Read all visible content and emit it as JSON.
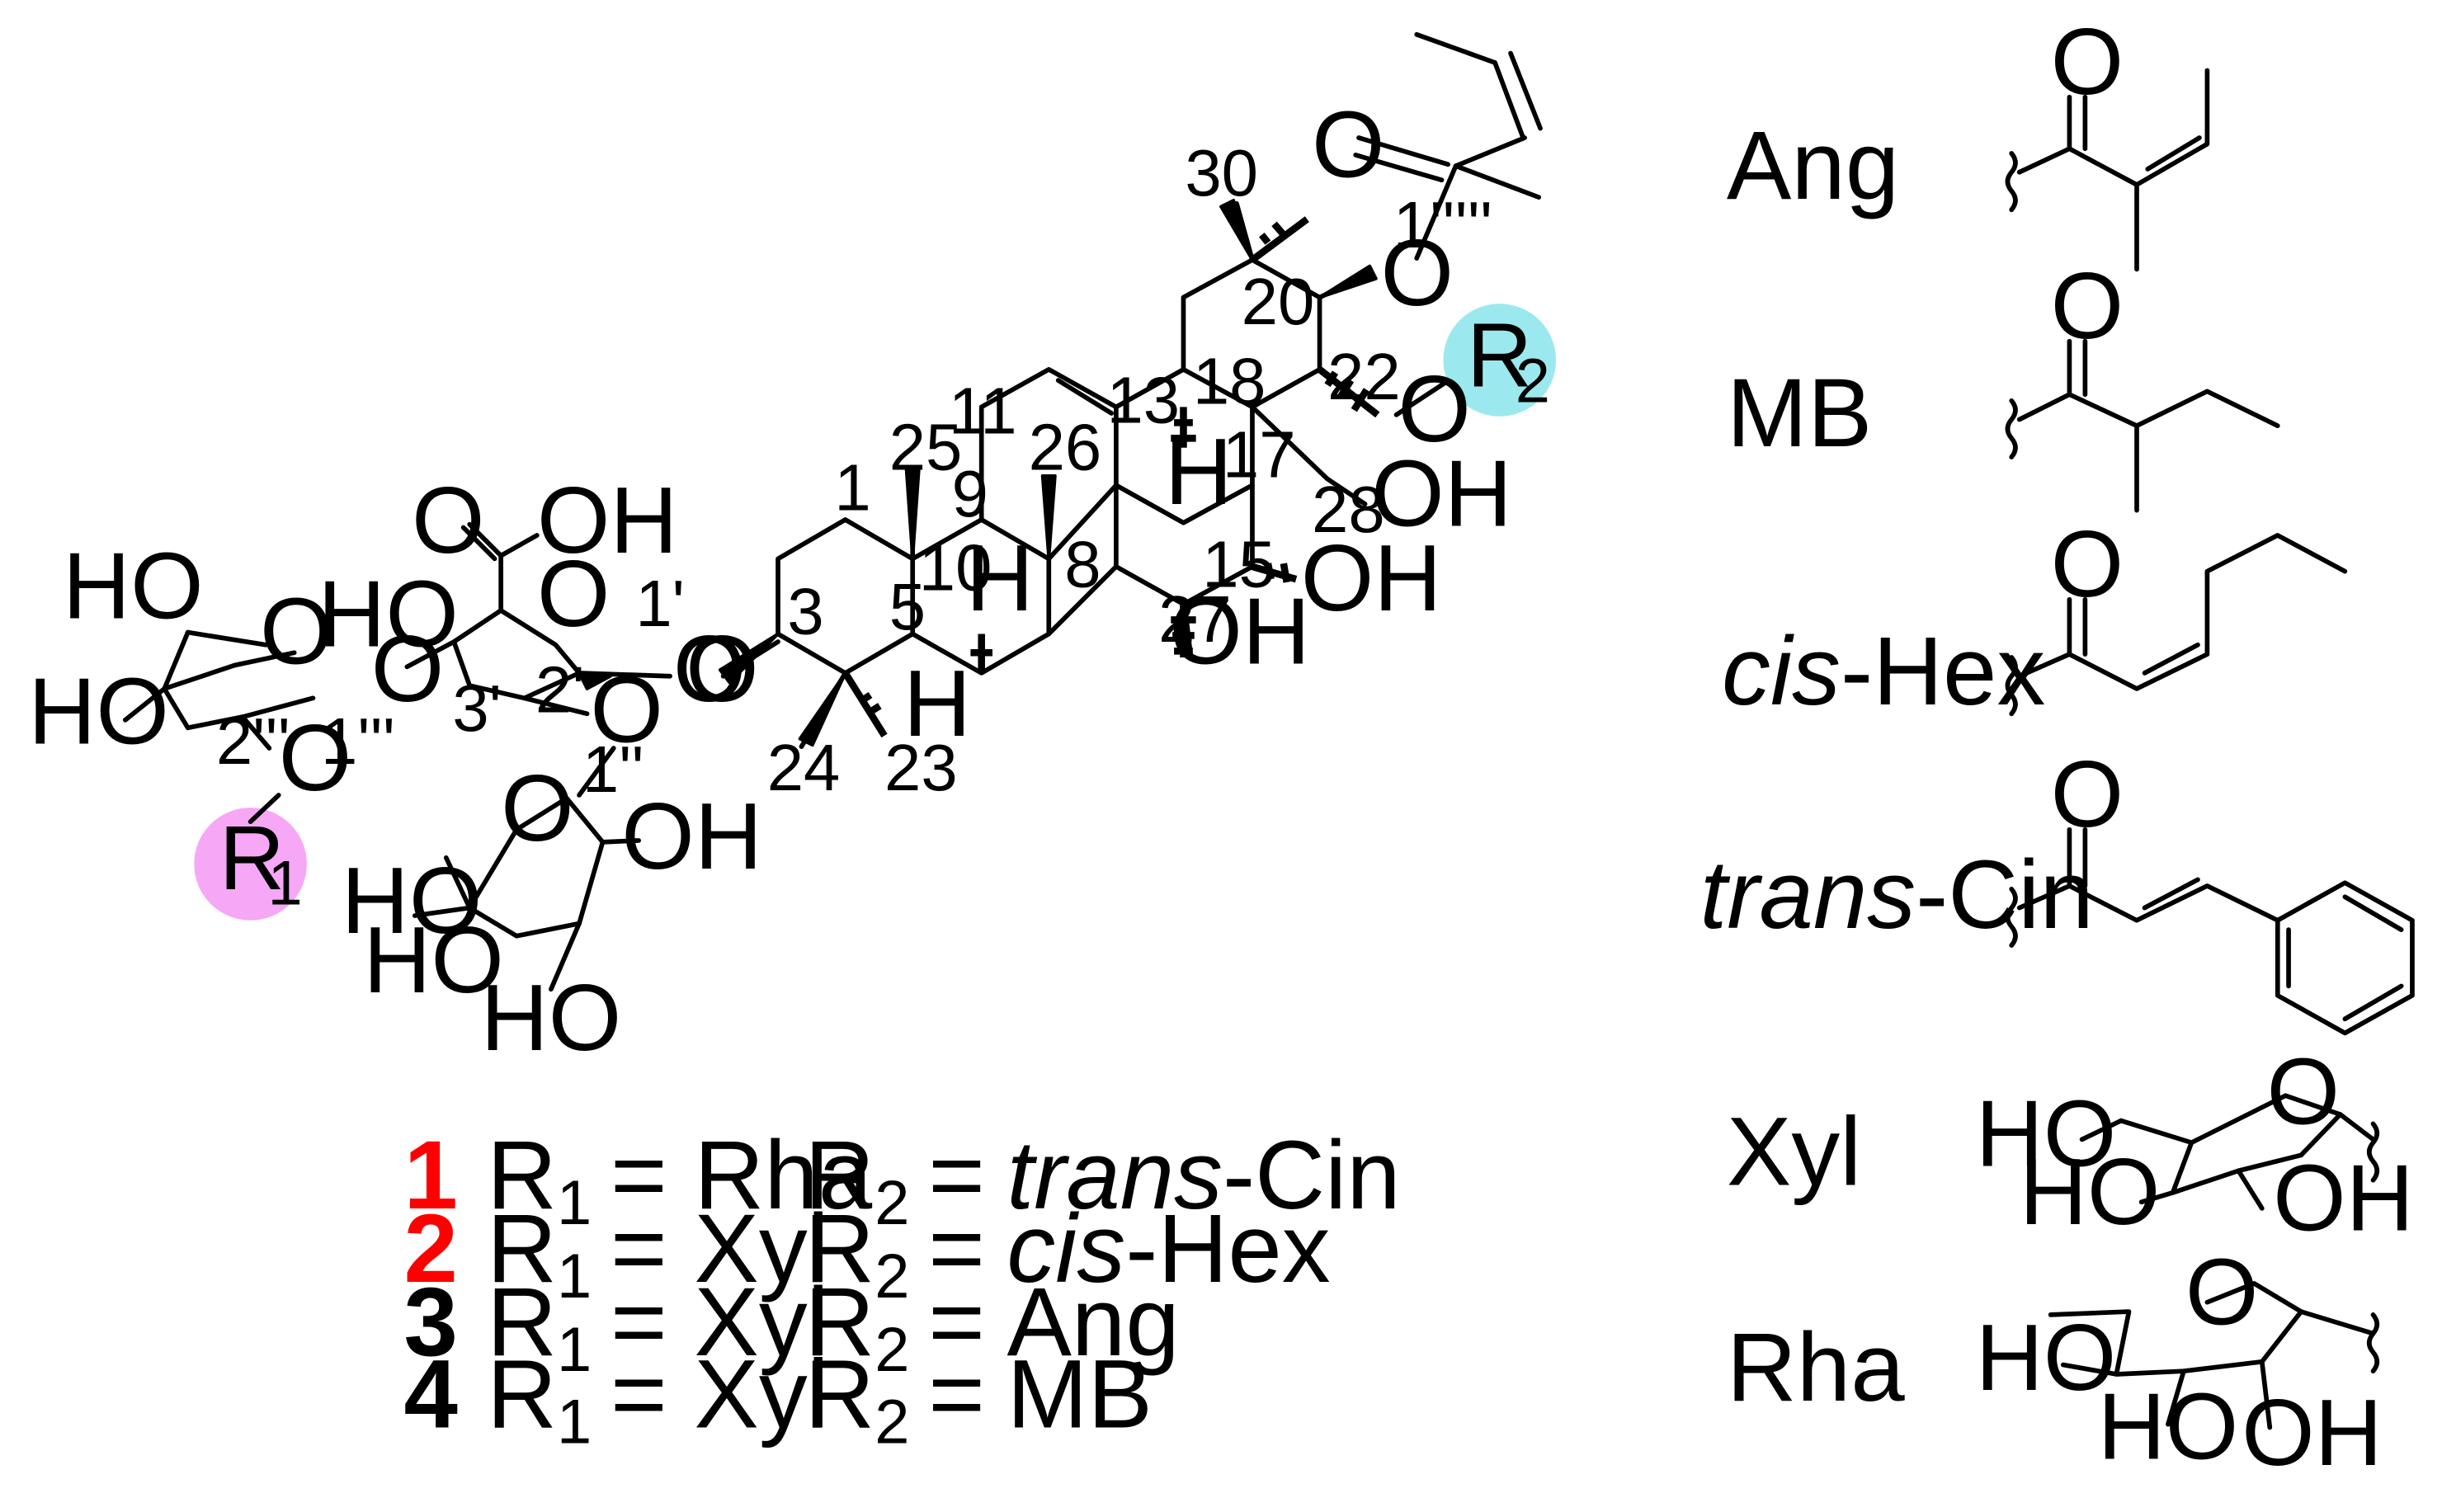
{
  "colors": {
    "bond": "#000000",
    "new_compound_number": "#ff0000",
    "known_compound_number": "#000000",
    "r1_circle": "#f6a7f6",
    "r2_circle": "#9be9ee"
  },
  "structure": {
    "atom_labels": {
      "cooh": "OH",
      "glca_o4": "HO",
      "ara_ho4": "HO",
      "ara_ho3": "HO",
      "gal_oh2": "OH",
      "gal_ho6": "HO",
      "gal_ho4": "HO",
      "gal_ho3": "HO",
      "c16_oh": "OH",
      "c15_oh": "OH",
      "c28_oh": "OH",
      "h5": "H",
      "h9": "H",
      "h18": "H"
    },
    "carbon_numbers": [
      "1",
      "3",
      "5",
      "8",
      "9",
      "10",
      "11",
      "13",
      "15",
      "17",
      "18",
      "20",
      "22",
      "23",
      "24",
      "25",
      "26",
      "27",
      "28",
      "30"
    ],
    "sugar_numbers": [
      "1'",
      "2'",
      "3'",
      "1''",
      "1'''",
      "2'''",
      "1'''''"
    ],
    "r1": {
      "letter": "R",
      "sub": "1"
    },
    "r2": {
      "letter": "R",
      "sub": "2"
    }
  },
  "compounds": [
    {
      "number": "1",
      "r1": "R",
      "r1_sub": "1",
      "r1_text": "= Rha",
      "r2": "R",
      "r2_sub": "2",
      "r2_eq": "=",
      "r2_italic": "trans",
      "r2_rest": "-Cin",
      "highlight": true
    },
    {
      "number": "2",
      "r1": "R",
      "r1_sub": "1",
      "r1_text": "= Xyl",
      "r2": "R",
      "r2_sub": "2",
      "r2_eq": "=",
      "r2_italic": "cis",
      "r2_rest": "-Hex",
      "highlight": true
    },
    {
      "number": "3",
      "r1": "R",
      "r1_sub": "1",
      "r1_text": "= Xyl",
      "r2": "R",
      "r2_sub": "2",
      "r2_eq": "=",
      "r2_italic": "",
      "r2_rest": "Ang",
      "highlight": false
    },
    {
      "number": "4",
      "r1": "R",
      "r1_sub": "1",
      "r1_text": "= Xyl",
      "r2": "R",
      "r2_sub": "2",
      "r2_eq": "=",
      "r2_italic": "",
      "r2_rest": "MB",
      "highlight": false
    }
  ],
  "substituents": [
    {
      "key": "ang",
      "italic": "",
      "name": "Ang"
    },
    {
      "key": "mb",
      "italic": "",
      "name": "MB"
    },
    {
      "key": "hex",
      "italic": "cis",
      "name": "-Hex"
    },
    {
      "key": "cin",
      "italic": "trans",
      "name": "-Cin"
    },
    {
      "key": "xyl",
      "italic": "",
      "name": "Xyl",
      "labels": [
        "HO",
        "HO",
        "OH"
      ]
    },
    {
      "key": "rha",
      "italic": "",
      "name": "Rha",
      "labels": [
        "HO",
        "HO",
        "OH"
      ]
    }
  ],
  "oxygen_symbol": "O"
}
